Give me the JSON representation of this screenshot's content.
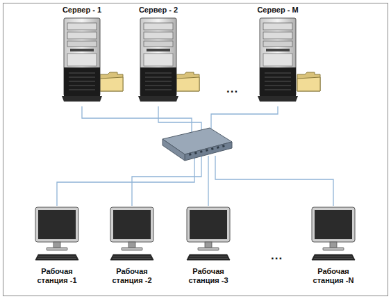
{
  "diagram": {
    "nodes": [
      {
        "text": [
          "Сервер - 1"
        ]
      },
      {
        "text": [
          "Сервер - 2"
        ]
      },
      {
        "text": [
          "Сервер - M"
        ]
      },
      {
        "text": []
      },
      {
        "text": [
          "Рабочая станция -1"
        ]
      },
      {
        "text": [
          "Рабочая станция -2"
        ]
      },
      {
        "text": [
          "Рабочая станция -3"
        ]
      },
      {
        "text": [
          "Рабочая станция -N"
        ]
      }
    ],
    "edges": [
      {
        "from": 0,
        "to": 3,
        "arrow": "none"
      },
      {
        "from": 1,
        "to": 3,
        "arrow": "none"
      },
      {
        "from": 2,
        "to": 3,
        "arrow": "none"
      },
      {
        "from": 3,
        "to": 4,
        "arrow": "none"
      },
      {
        "from": 3,
        "to": 5,
        "arrow": "none"
      },
      {
        "from": 3,
        "to": 6,
        "arrow": "none"
      },
      {
        "from": 3,
        "to": 7,
        "arrow": "none"
      }
    ],
    "labels": [
      "...",
      "..."
    ]
  }
}
